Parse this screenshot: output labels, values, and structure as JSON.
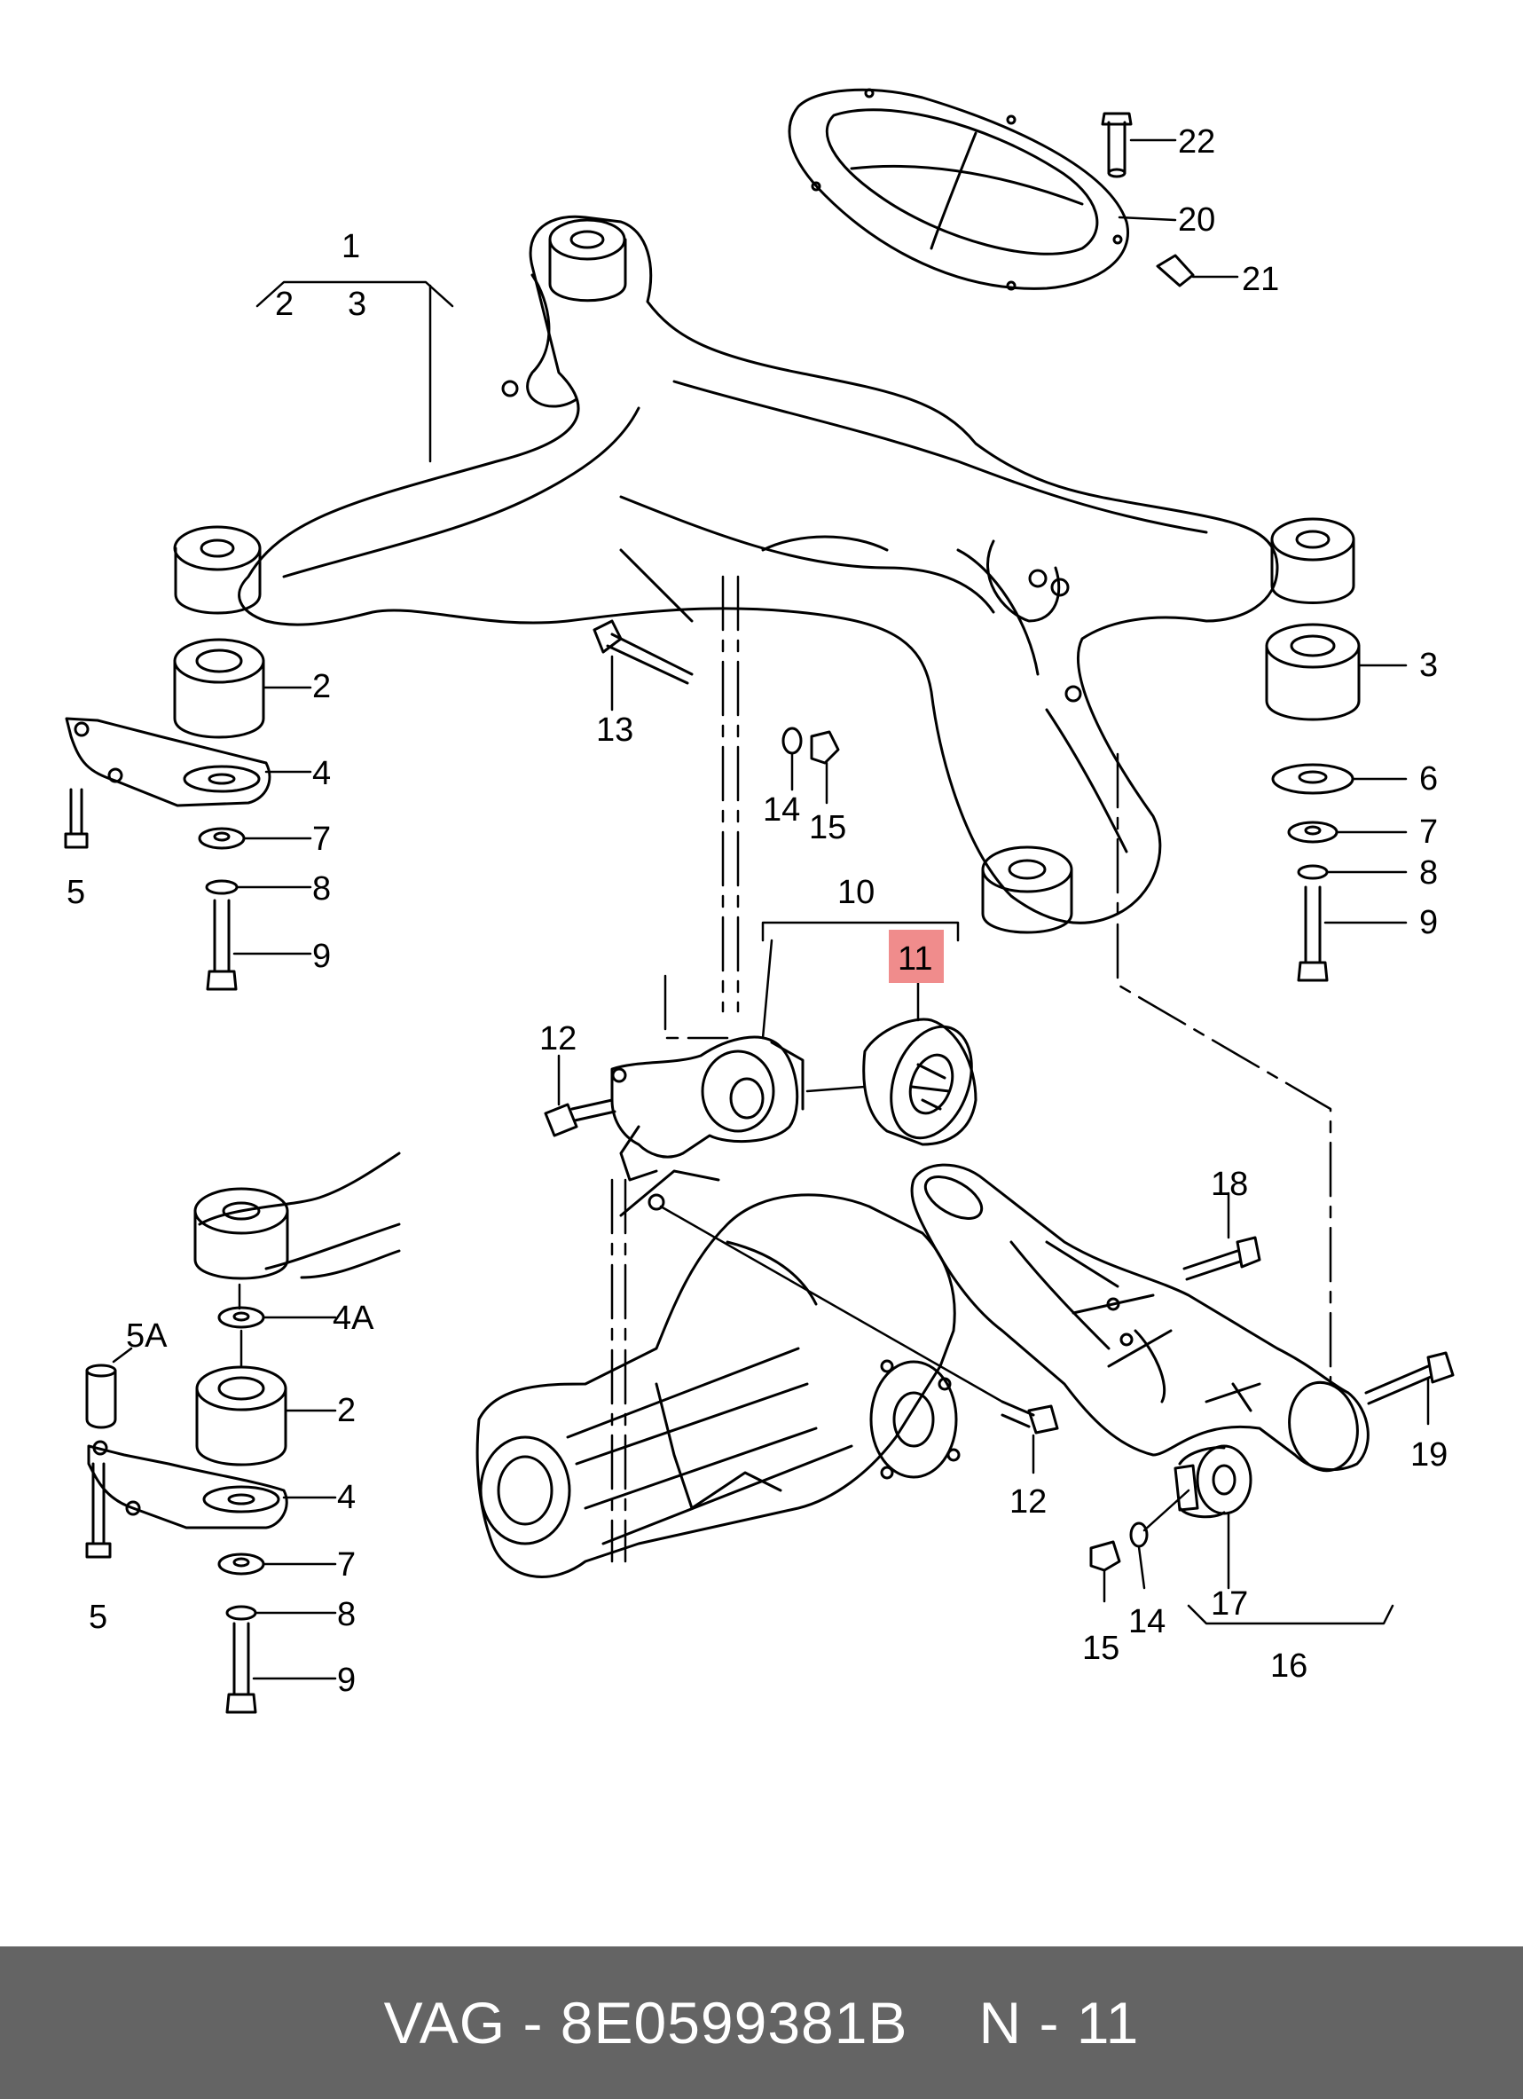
{
  "diagram": {
    "callouts": [
      {
        "id": "c1",
        "text": "1"
      },
      {
        "id": "c2a",
        "text": "2"
      },
      {
        "id": "c3a",
        "text": "3"
      },
      {
        "id": "c2b",
        "text": "2"
      },
      {
        "id": "c3b",
        "text": "3"
      },
      {
        "id": "c4",
        "text": "4"
      },
      {
        "id": "c5",
        "text": "5"
      },
      {
        "id": "c6",
        "text": "6"
      },
      {
        "id": "c7a",
        "text": "7"
      },
      {
        "id": "c7b",
        "text": "7"
      },
      {
        "id": "c8a",
        "text": "8"
      },
      {
        "id": "c8b",
        "text": "8"
      },
      {
        "id": "c9a",
        "text": "9"
      },
      {
        "id": "c9b",
        "text": "9"
      },
      {
        "id": "c10",
        "text": "10"
      },
      {
        "id": "c11",
        "text": "11"
      },
      {
        "id": "c12a",
        "text": "12"
      },
      {
        "id": "c12b",
        "text": "12"
      },
      {
        "id": "c13",
        "text": "13"
      },
      {
        "id": "c14a",
        "text": "14"
      },
      {
        "id": "c15a",
        "text": "15"
      },
      {
        "id": "c14b",
        "text": "14"
      },
      {
        "id": "c15b",
        "text": "15"
      },
      {
        "id": "c16",
        "text": "16"
      },
      {
        "id": "c17",
        "text": "17"
      },
      {
        "id": "c18",
        "text": "18"
      },
      {
        "id": "c19",
        "text": "19"
      },
      {
        "id": "c20",
        "text": "20"
      },
      {
        "id": "c21",
        "text": "21"
      },
      {
        "id": "c22",
        "text": "22"
      },
      {
        "id": "c4A",
        "text": "4A"
      },
      {
        "id": "c5A",
        "text": "5A"
      },
      {
        "id": "c2c",
        "text": "2"
      },
      {
        "id": "c4b",
        "text": "4"
      },
      {
        "id": "c5b",
        "text": "5"
      },
      {
        "id": "c7c",
        "text": "7"
      },
      {
        "id": "c8c",
        "text": "8"
      },
      {
        "id": "c9c",
        "text": "9"
      }
    ],
    "highlight_color": "#f08c8c"
  },
  "footer": {
    "brand_part": "VAG - 8E0599381B",
    "position_label": "N - 11",
    "background": "#646464",
    "text_color": "#ffffff"
  }
}
